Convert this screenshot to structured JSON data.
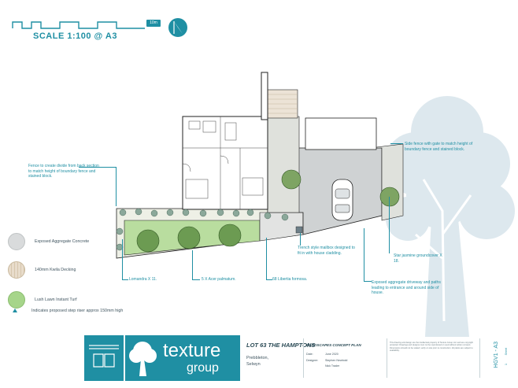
{
  "header": {
    "scale_label": "SCALE 1:100 @ A3",
    "scale_badge": "10m"
  },
  "notes": {
    "fence_divide": "Fence to create divide from back section to match height of boundary fence and stained block.",
    "side_fence": "Side fence with gate to match height of boundary fence and stained block.",
    "trench_mailbox": "Trench style mailbox designed to fit in with house cladding.",
    "star_jasmine": "Star jasmine groundcover X 18.",
    "driveway": "Exposed aggregate driveway and paths leading to entrance and around side of house.",
    "lomandra": "Lomandra X 11.",
    "acer": "5 X Acer palmatum.",
    "libertia": "68 Libertia formosa."
  },
  "legend": {
    "items": [
      {
        "label": "Exposed Aggregate Concrete",
        "color": "#d9dbdc"
      },
      {
        "label": "140mm Kwila Decking",
        "color": "#e8dccb"
      },
      {
        "label": "Lush Lawn Instant Turf",
        "color": "#a6d58a"
      }
    ],
    "step_note": "Indicates proposed step riser approx 150mm high"
  },
  "title_block": {
    "brand_top": "texture",
    "brand_bottom": "group",
    "lot": "LOT 63 THE HAMPTONS",
    "place_1": "Prebbleton,",
    "place_2": "Selwyn",
    "plan_title": "HARDSCAPES CONCEPT PLAN",
    "date_label": "Date:",
    "date_value": "June 2020",
    "designer_label": "Designer:",
    "designer_1": "Stephen Newbold",
    "designer_2": "Nick Trader",
    "disclaimer": "This drawing and design are the intellectual property of Texture Group Ltd. and are copyright protected. Drawings and designs must not be reproduced or used without written consent. Dimensions should not be scaled; verify on site prior to construction. All plants are subject to availability.",
    "sheet_code": "HGV1 - A3",
    "sheet_label": "Sheet",
    "sheet_number": "1"
  }
}
